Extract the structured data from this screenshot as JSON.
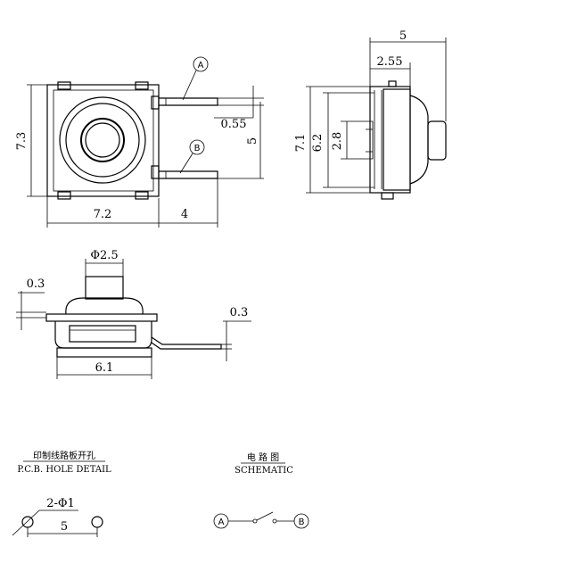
{
  "top_view": {
    "width_dim": "7.2",
    "height_dim": "7.3",
    "lead_len_dim": "4",
    "lead_pitch_dim": "5",
    "lead_width_dim": "0.55",
    "term_a": "A",
    "term_b": "B"
  },
  "side_view": {
    "overall_dim": "5",
    "button_dim": "2.55",
    "height_outer_dim": "7.1",
    "height_inner_dim": "6.2",
    "actuator_dim": "2.8"
  },
  "front_view": {
    "actuator_dia_dim": "Φ2.5",
    "base_thickness_dim": "0.3",
    "lead_thickness_dim": "0.3",
    "base_width_dim": "6.1"
  },
  "pcb": {
    "title_cn": "印制线路板开孔",
    "title_en": "P.C.B.  HOLE DETAIL",
    "holes_dim": "2-Φ1",
    "pitch_dim": "5"
  },
  "schematic": {
    "title_cn": "电 路 图",
    "title_en": "SCHEMATIC",
    "term_a": "A",
    "term_b": "B"
  }
}
